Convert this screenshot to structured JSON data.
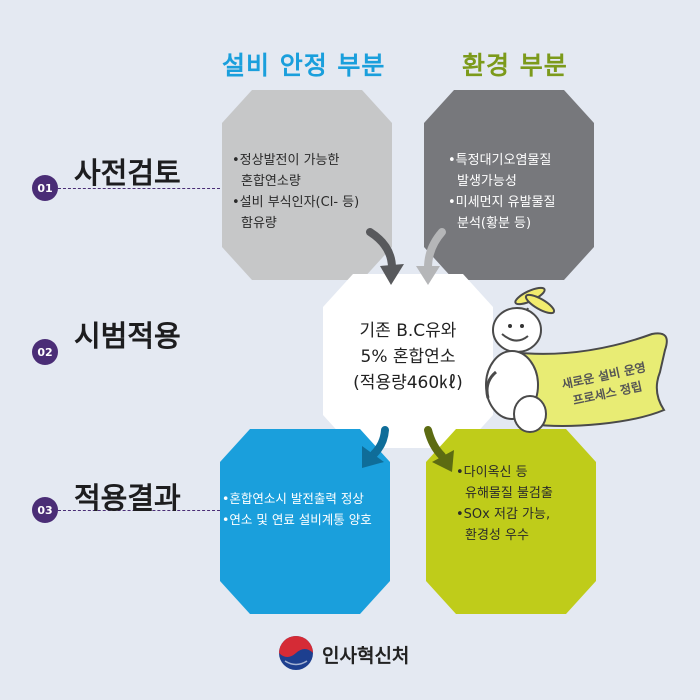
{
  "columns": {
    "left_title": "설비 안정 부분",
    "right_title": "환경 부분"
  },
  "steps": [
    {
      "number": "01",
      "label": "사전검토"
    },
    {
      "number": "02",
      "label": "시범적용"
    },
    {
      "number": "03",
      "label": "적용결과"
    }
  ],
  "hexagons": {
    "review_equipment": [
      "•정상발전이 가능한",
      "혼합연소량",
      "•설비 부식인자(Cl- 등)",
      "함유량"
    ],
    "review_environment": [
      "•특정대기오염물질",
      "발생가능성",
      "•미세먼지 유발물질",
      "분석(황분 등)"
    ],
    "pilot": [
      "기존 B.C유와",
      "5% 혼합연소",
      "(적용량460㎘)"
    ],
    "result_equipment": [
      "•혼합연소시 발전출력 정상",
      "•연소 및 연료 설비계통 양호"
    ],
    "result_environment": [
      "•다이옥신 등",
      "유해물질 불검출",
      "•SOx 저감 가능,",
      "환경성 우수"
    ]
  },
  "banner": [
    "새로운 설비 운영",
    "프로세스 정립"
  ],
  "footer": {
    "org_name": "인사혁신처"
  },
  "colors": {
    "background": "#e4e9f2",
    "left_title": "#1a9fdc",
    "right_title": "#7c9a1b",
    "hex_gray_light": "#c6c7c8",
    "hex_gray_dark": "#77787c",
    "hex_blue": "#1a9fdc",
    "hex_green": "#bfcc1a",
    "banner": "#e8ec74",
    "step_badge": "#4a2d76"
  },
  "icons": [
    "down-arrow-icon",
    "character-mascot",
    "government-emblem-icon"
  ]
}
